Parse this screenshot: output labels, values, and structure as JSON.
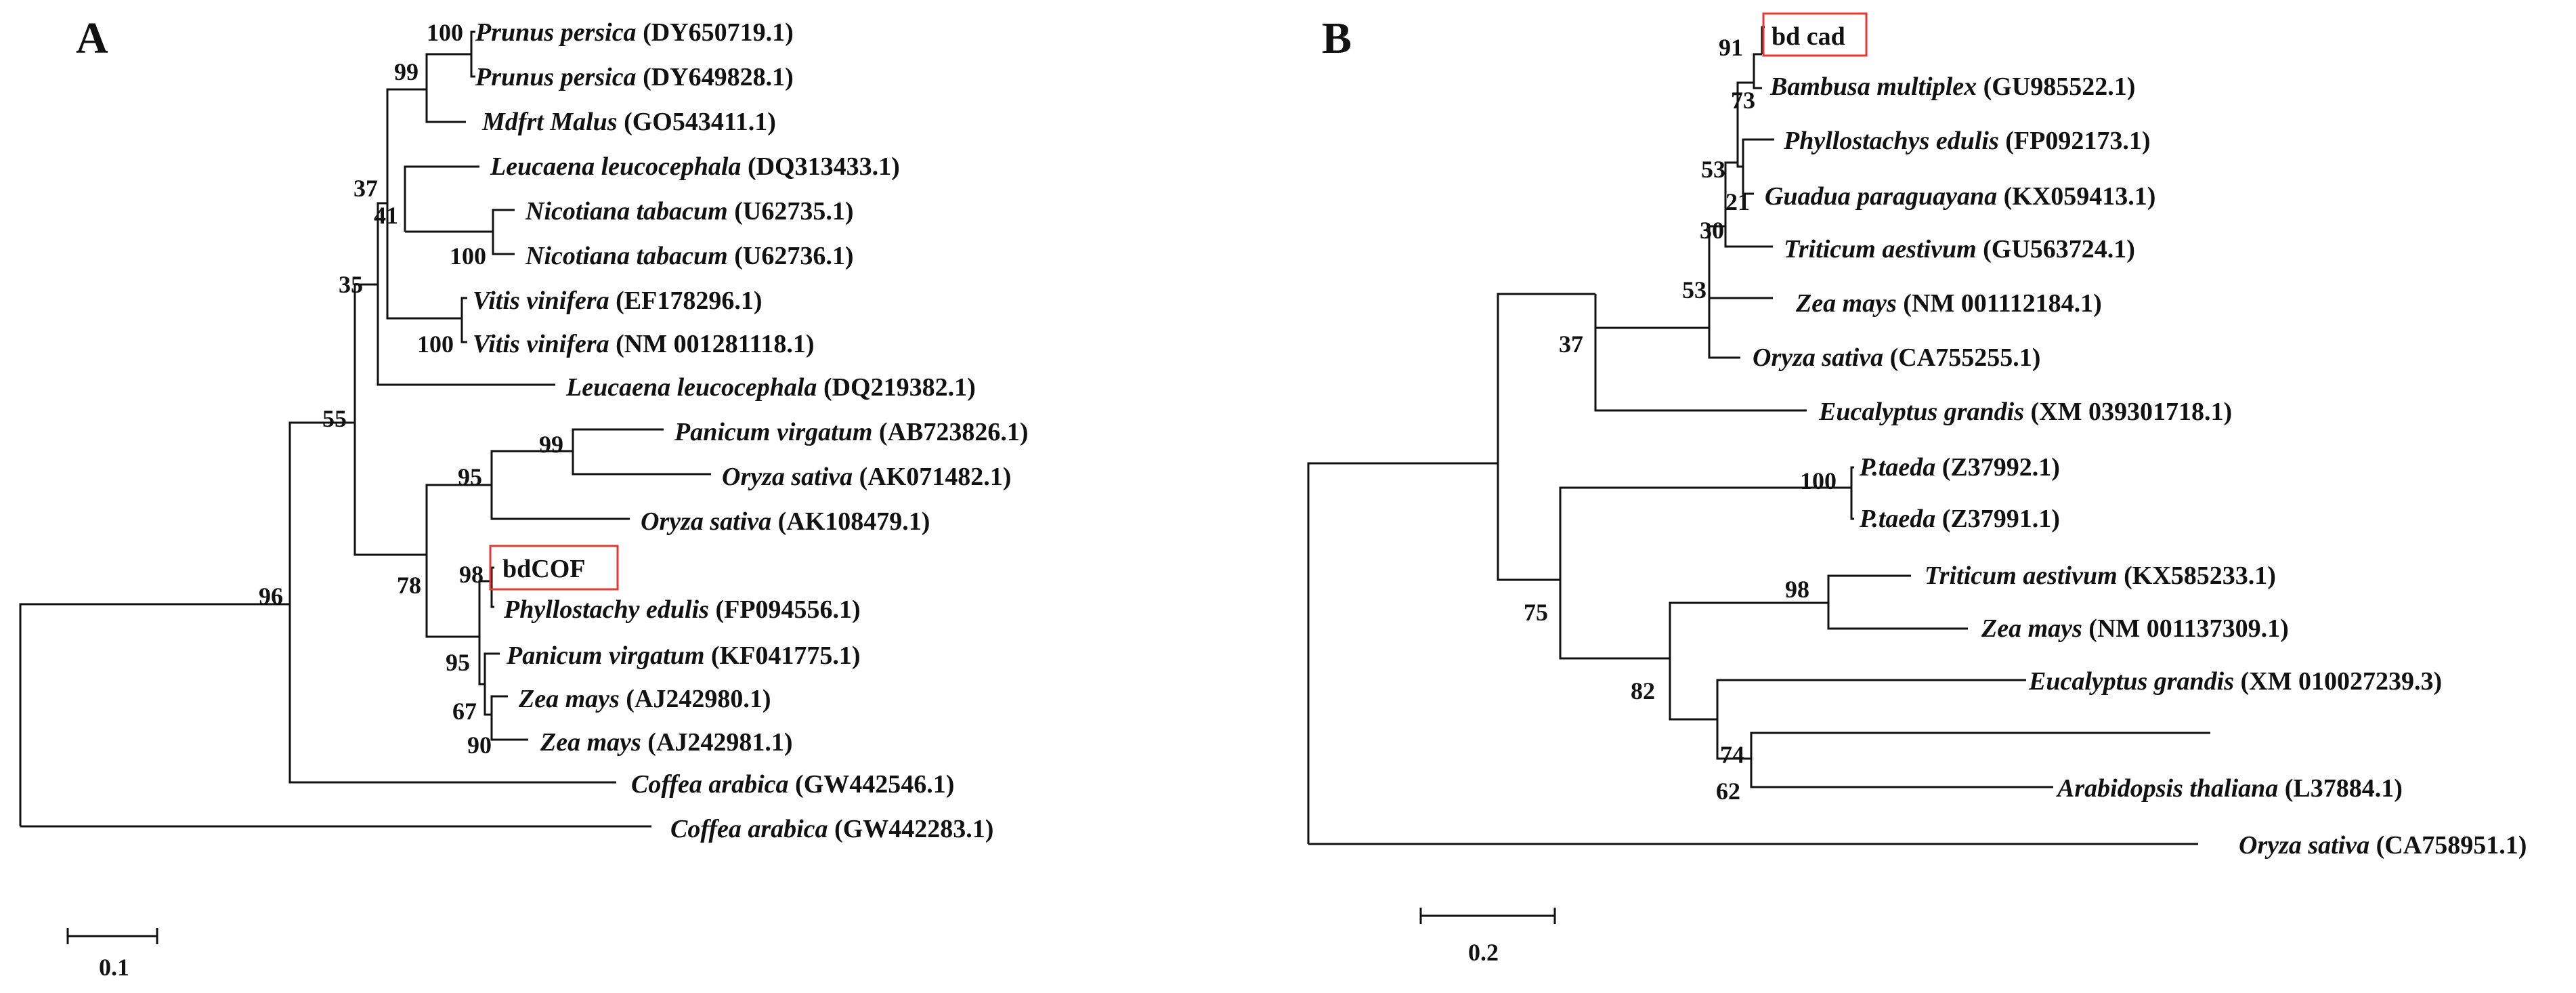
{
  "colors": {
    "line": "#111111",
    "highlight_box": "#e53935",
    "background": "#ffffff"
  },
  "panels": [
    {
      "letter": "A",
      "scale_label": "0.1",
      "highlighted": "bdCOF",
      "bootstrap": [
        "100",
        "99",
        "37",
        "41",
        "100",
        "35",
        "100",
        "55",
        "99",
        "95",
        "98",
        "78",
        "95",
        "67",
        "90",
        "96"
      ],
      "leaves": [
        {
          "species": "Prunus persica",
          "accession": "(DY650719.1)"
        },
        {
          "species": "Prunus persica",
          "accession": "(DY649828.1)"
        },
        {
          "species": "Mdfrt Malus",
          "accession": "(GO543411.1)"
        },
        {
          "species": "Leucaena leucocephala",
          "accession": "(DQ313433.1)"
        },
        {
          "species": "Nicotiana tabacum",
          "accession": "(U62735.1)"
        },
        {
          "species": "Nicotiana tabacum",
          "accession": "(U62736.1)"
        },
        {
          "species": "Vitis vinifera",
          "accession": "(EF178296.1)"
        },
        {
          "species": "Vitis vinifera",
          "accession": "(NM 001281118.1)"
        },
        {
          "species": "Leucaena leucocephala",
          "accession": "(DQ219382.1)"
        },
        {
          "species": "Panicum virgatum",
          "accession": "(AB723826.1)"
        },
        {
          "species": "Oryza sativa",
          "accession": "(AK071482.1)"
        },
        {
          "species": "Oryza sativa",
          "accession": "(AK108479.1)"
        },
        {
          "species": "bdCOF",
          "accession": ""
        },
        {
          "species": "Phyllostachy edulis",
          "accession": "(FP094556.1)"
        },
        {
          "species": "Panicum virgatum",
          "accession": "(KF041775.1)"
        },
        {
          "species": "Zea mays",
          "accession": "(AJ242980.1)"
        },
        {
          "species": "Zea mays",
          "accession": "(AJ242981.1)"
        },
        {
          "species": "Coffea arabica",
          "accession": "(GW442546.1)"
        },
        {
          "species": "Coffea arabica",
          "accession": "(GW442283.1)"
        }
      ]
    },
    {
      "letter": "B",
      "scale_label": "0.2",
      "highlighted": "bd cad",
      "bootstrap": [
        "91",
        "73",
        "53",
        "30",
        "21",
        "53",
        "37",
        "100",
        "98",
        "75",
        "82",
        "74",
        "62"
      ],
      "leaves": [
        {
          "species": "bd cad",
          "accession": ""
        },
        {
          "species": "Bambusa multiplex",
          "accession": "(GU985522.1)"
        },
        {
          "species": "Phyllostachys edulis",
          "accession": "(FP092173.1)"
        },
        {
          "species": "Guadua paraguayana",
          "accession": "(KX059413.1)"
        },
        {
          "species": "Triticum aestivum",
          "accession": "(GU563724.1)"
        },
        {
          "species": "Zea mays",
          "accession": "(NM 001112184.1)"
        },
        {
          "species": "Oryza sativa",
          "accession": "(CA755255.1)"
        },
        {
          "species": "Eucalyptus grandis",
          "accession": "(XM 039301718.1)"
        },
        {
          "species": "P.taeda",
          "accession": "(Z37992.1)"
        },
        {
          "species": "P.taeda",
          "accession": "(Z37991.1)"
        },
        {
          "species": "Triticum aestivum",
          "accession": "(KX585233.1)"
        },
        {
          "species": "Zea mays",
          "accession": "(NM 001137309.1)"
        },
        {
          "species": "Eucalyptus grandis",
          "accession": "(XM 010027239.3)"
        },
        {
          "species": "Arabidopsis thaliana",
          "accession": "(L37884.1)"
        },
        {
          "species": "Oryza sativa",
          "accession": "(CA758951.1)"
        }
      ]
    }
  ]
}
